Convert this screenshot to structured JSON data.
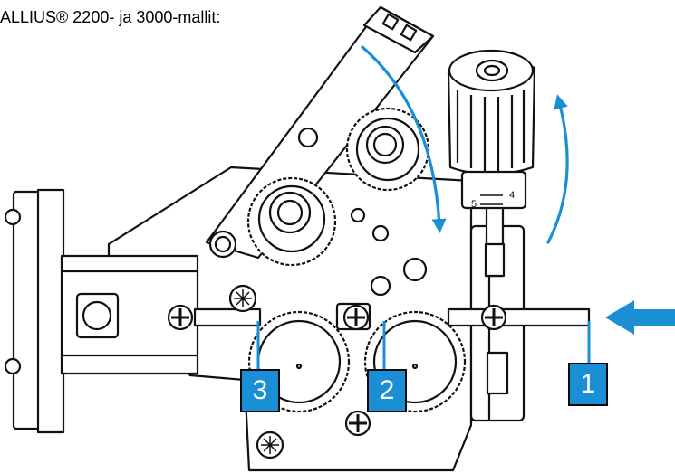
{
  "caption": "ALLIUS® 2200- ja 3000-mallit:",
  "callouts": [
    {
      "label": "1"
    },
    {
      "label": "2"
    },
    {
      "label": "3"
    }
  ],
  "knob_scale": {
    "upper": "4",
    "lower": "5"
  },
  "colors": {
    "accent": "#1a8fd6",
    "line": "#111111",
    "fill": "#ffffff"
  }
}
